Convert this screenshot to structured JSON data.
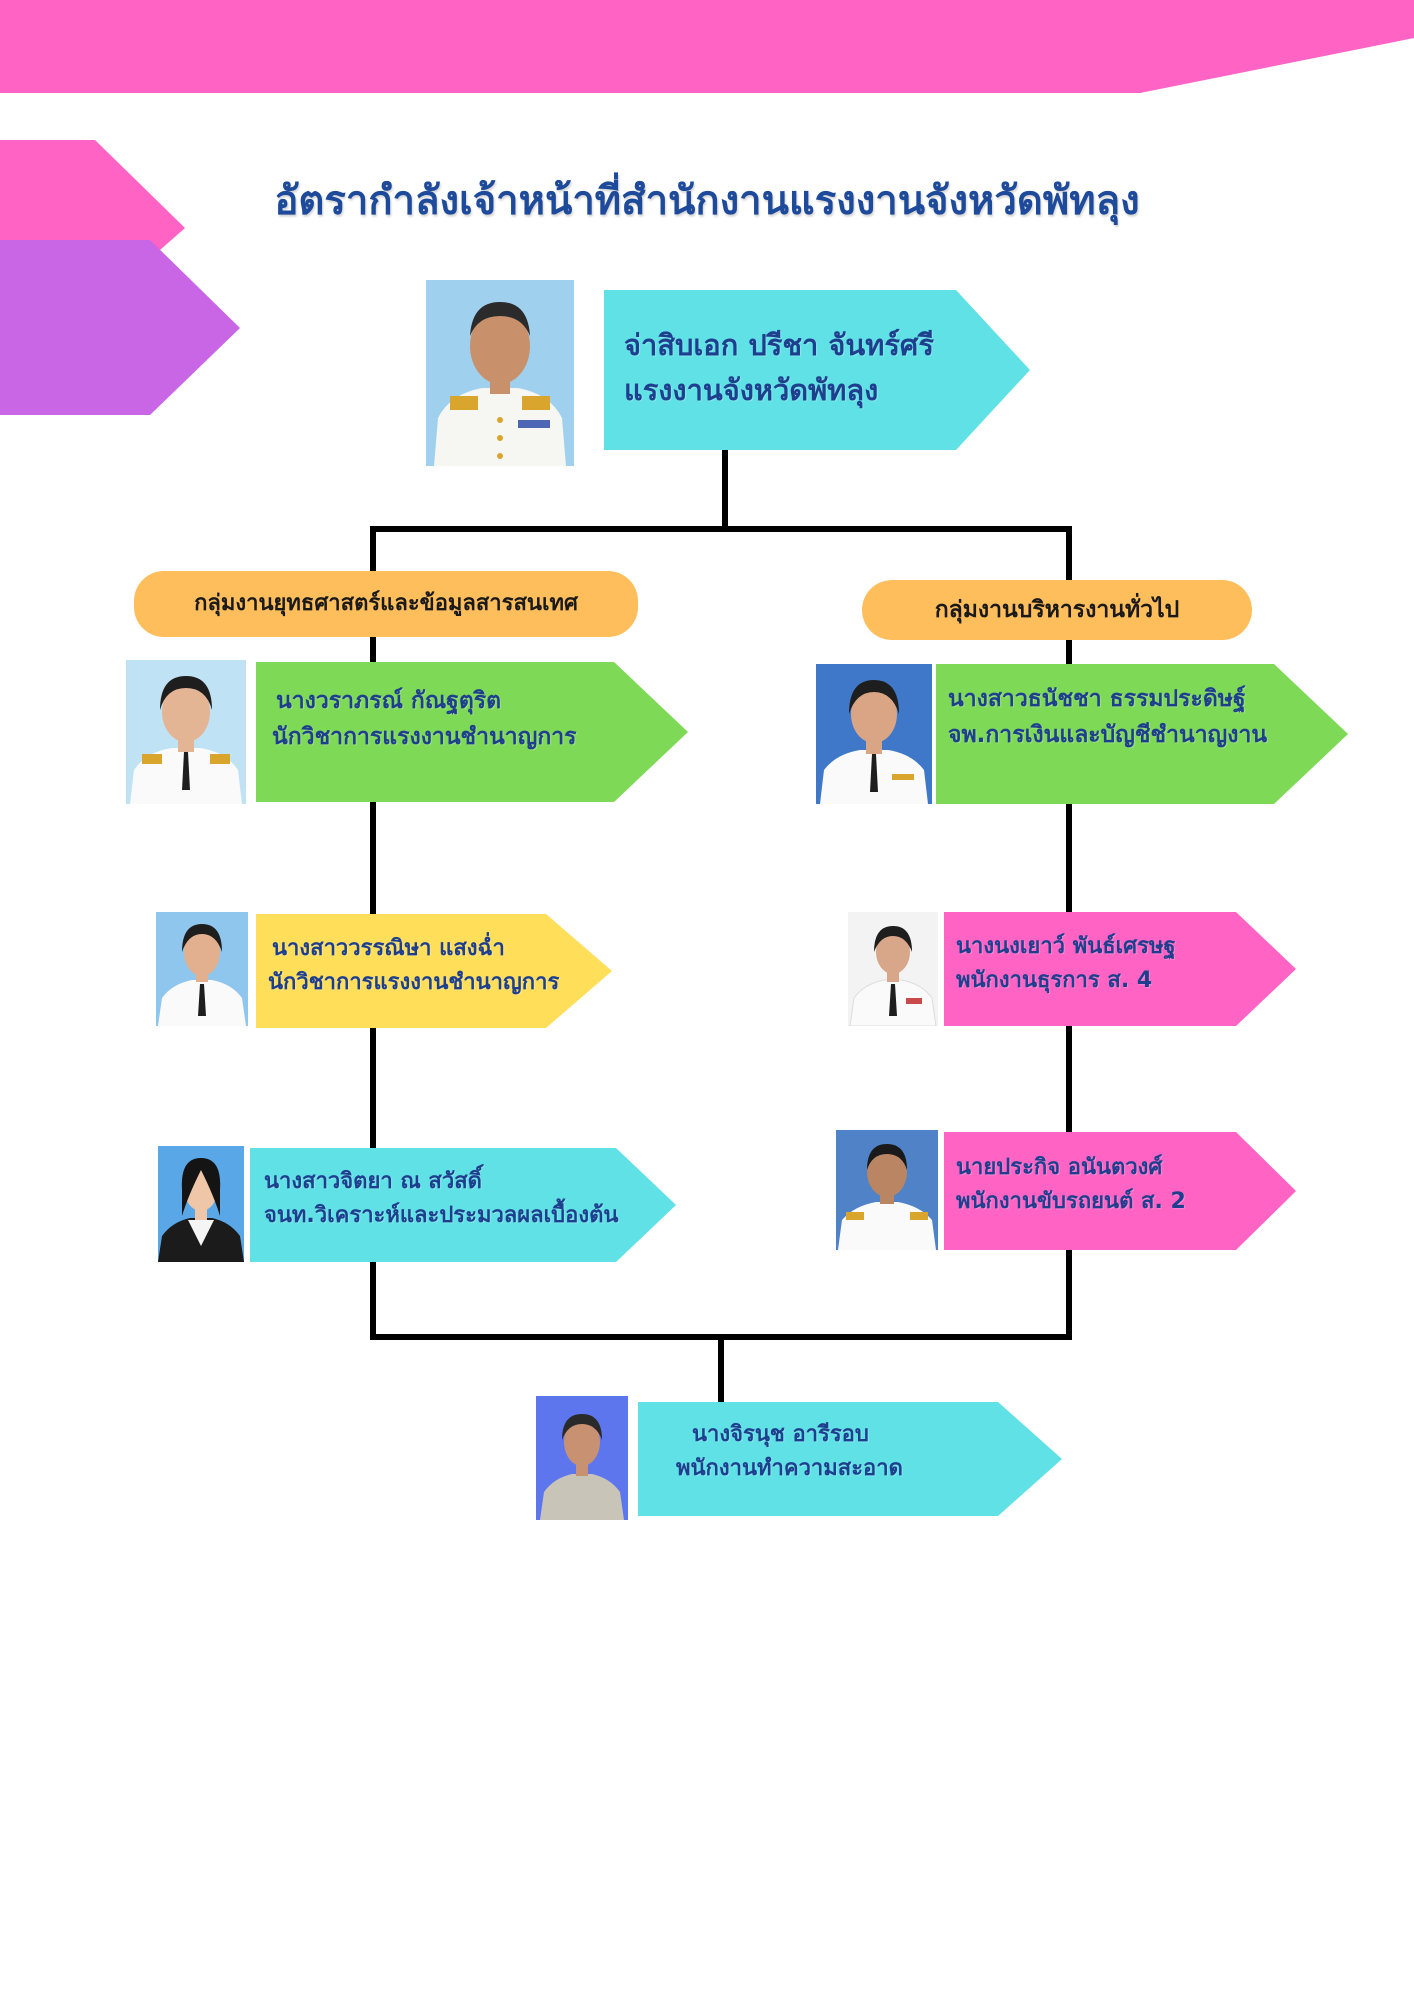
{
  "title": "อัตรากำลังเจ้าหน้าที่สำนักงานแรงงานจังหวัดพัทลุง",
  "colors": {
    "pink": "#ff63c4",
    "purple": "#c866e6",
    "cyan": "#5fe1e6",
    "green": "#7ed957",
    "yellow": "#ffde59",
    "orange": "#ffbe5c",
    "text_blue": "#1e3f8e"
  },
  "head": {
    "line1": "จ่าสิบเอก ปรีชา จันทร์ศรี",
    "line2": "แรงงานจังหวัดพัทลุง"
  },
  "groups": {
    "left": "กลุ่มงานยุทธศาสตร์และข้อมูลสารสนเทศ",
    "right": "กลุ่มงานบริหารงานทั่วไป"
  },
  "left_staff": [
    {
      "line1": "นางวราภรณ์ กัณฐตุริต",
      "line2": "นักวิชาการแรงงานชำนาญการ"
    },
    {
      "line1": "นางสาววรรณิษา  แสงฉ่ำ",
      "line2": "นักวิชาการแรงงานชำนาญการ"
    },
    {
      "line1": "นางสาวจิตยา ณ สวัสดิ์",
      "line2": "จนท.วิเคราะห์และประมวลผลเบื้องต้น"
    }
  ],
  "right_staff": [
    {
      "line1": "นางสาวธนัชชา ธรรมประดิษฐ์",
      "line2": "จพ.การเงินและบัญชีชำนาญงาน"
    },
    {
      "line1": "นางนงเยาว์  พันธ์เศรษฐ",
      "line2": "พนักงานธุรการ ส. 4"
    },
    {
      "line1": "นายประกิจ  อนันตวงศ์",
      "line2": "พนักงานขับรถยนต์ ส. 2"
    }
  ],
  "bottom_staff": {
    "line1": "นางจิรนุช  อารีรอบ",
    "line2": "พนักงานทำความสะอาด"
  }
}
